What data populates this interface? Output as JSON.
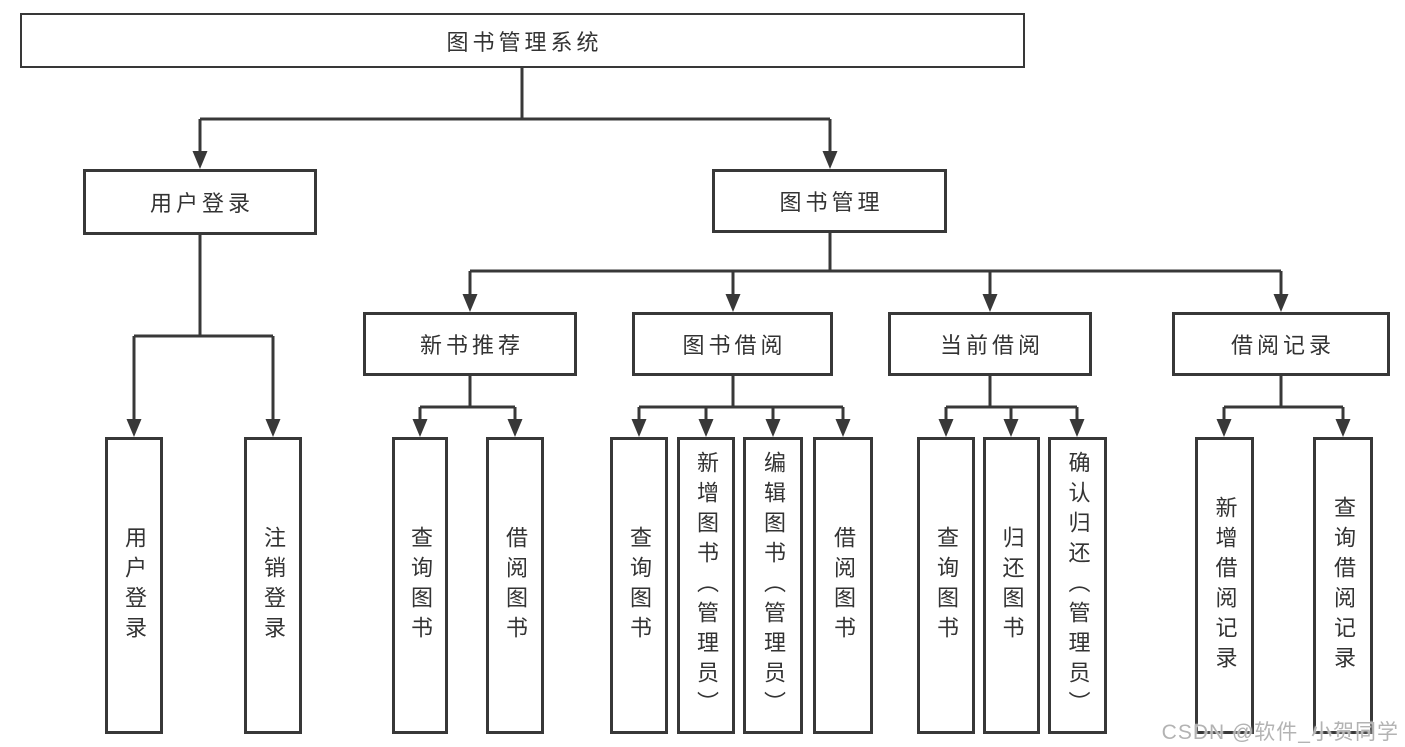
{
  "root": {
    "label": "图书管理系统"
  },
  "user_login": {
    "label": "用户登录",
    "children": [
      {
        "label": "用户登录"
      },
      {
        "label": "注销登录"
      }
    ]
  },
  "book_management": {
    "label": "图书管理",
    "sections": [
      {
        "label": "新书推荐",
        "children": [
          {
            "label": "查询图书"
          },
          {
            "label": "借阅图书"
          }
        ]
      },
      {
        "label": "图书借阅",
        "children": [
          {
            "label": "查询图书"
          },
          {
            "label": "新增图书（管理员）"
          },
          {
            "label": "编辑图书（管理员）"
          },
          {
            "label": "借阅图书"
          }
        ]
      },
      {
        "label": "当前借阅",
        "children": [
          {
            "label": "查询图书"
          },
          {
            "label": "归还图书"
          },
          {
            "label": "确认归还（管理员）"
          }
        ]
      },
      {
        "label": "借阅记录",
        "children": [
          {
            "label": "新增借阅记录"
          },
          {
            "label": "查询借阅记录"
          }
        ]
      }
    ]
  },
  "watermark": {
    "text": "CSDN @软件_小贺同学"
  },
  "colors": {
    "line": "#383838",
    "text": "#333333",
    "watermark": "#b3b3b3",
    "background": "#ffffff"
  }
}
